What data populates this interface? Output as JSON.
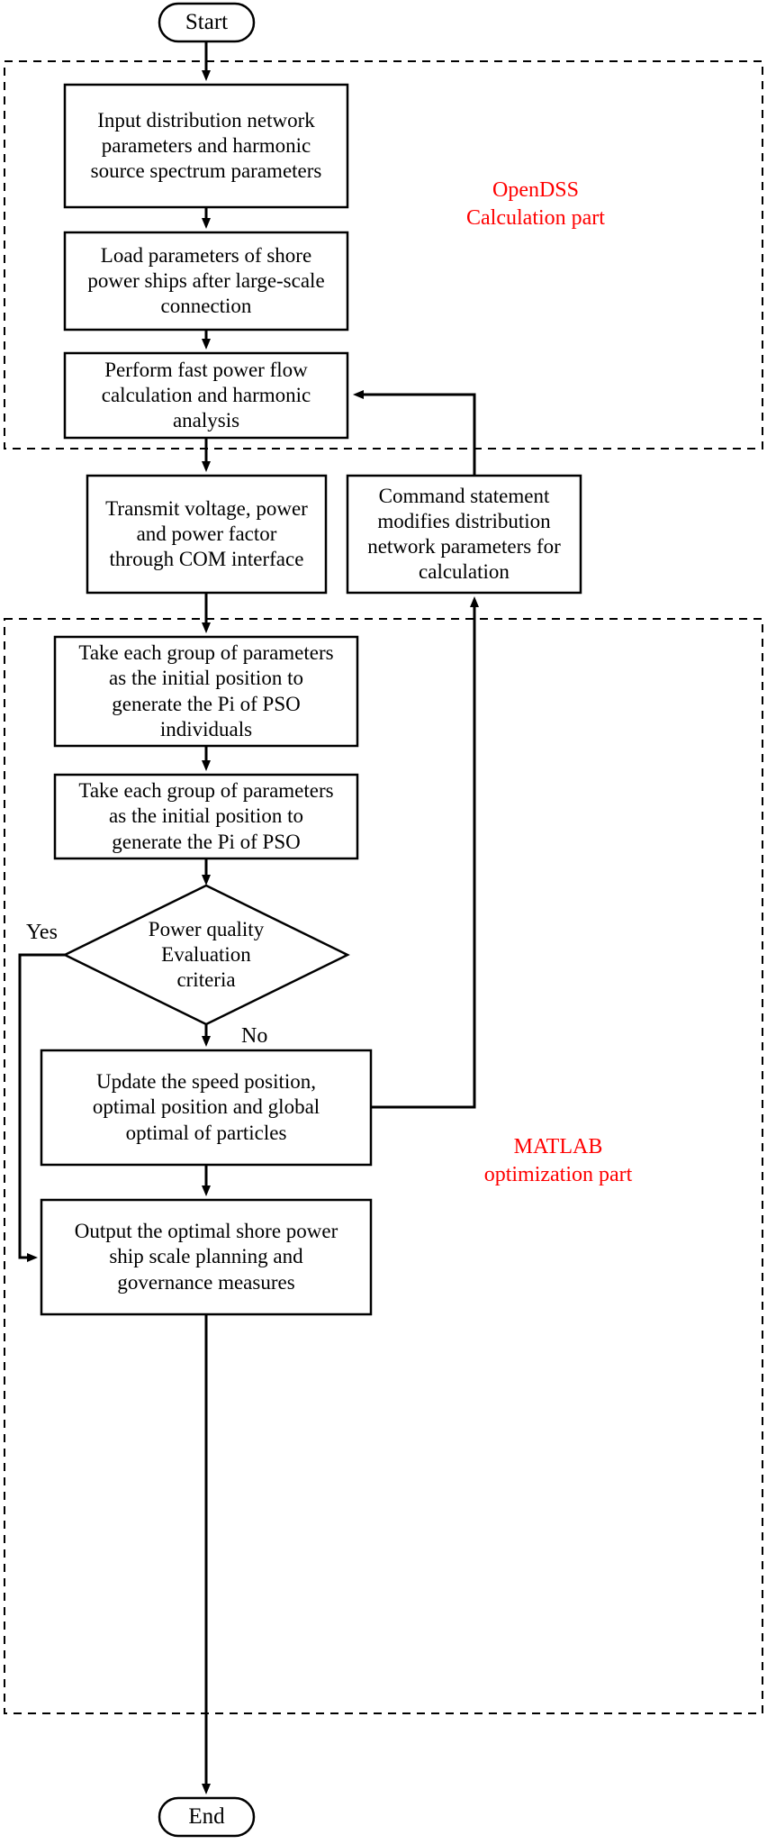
{
  "diagram": {
    "title": "OpenDSS-MATLAB shore power optimization flowchart",
    "accent_color": "#ff0000",
    "line_color": "#000000",
    "background": "#ffffff"
  },
  "groups": [
    {
      "id": "opendss",
      "label": "OpenDSS\nCalculation part",
      "color": "#ff0000"
    },
    {
      "id": "matlab",
      "label": "MATLAB\noptimization part",
      "color": "#ff0000"
    }
  ],
  "nodes": {
    "start": {
      "type": "terminal",
      "label": "Start"
    },
    "input_params": {
      "type": "process",
      "label": "Input distribution network\nparameters and harmonic\nsource spectrum parameters"
    },
    "load_params": {
      "type": "process",
      "label": "Load parameters of shore\npower ships after large-scale\nconnection"
    },
    "power_flow": {
      "type": "process",
      "label": "Perform fast power flow\ncalculation and harmonic\nanalysis"
    },
    "transmit": {
      "type": "process",
      "label": "Transmit voltage, power\nand power factor\nthrough COM interface"
    },
    "command": {
      "type": "process",
      "label": "Command statement\nmodifies distribution\nnetwork parameters for\ncalculation"
    },
    "pso_individuals": {
      "type": "process",
      "label": "Take each group of parameters\nas the initial position to\ngenerate the Pi of PSO\nindividuals"
    },
    "pso_second": {
      "type": "process",
      "label": "Take each group of parameters\nas the initial position to\ngenerate the Pi of PSO"
    },
    "decision": {
      "type": "decision",
      "label": "Power quality\nEvaluation\ncriteria"
    },
    "update": {
      "type": "process",
      "label": "Update the speed position,\noptimal position and global\noptimal of particles"
    },
    "output": {
      "type": "process",
      "label": "Output the optimal shore power\nship scale planning and\ngovernance measures"
    },
    "end": {
      "type": "terminal",
      "label": "End"
    }
  },
  "edge_labels": {
    "yes": "Yes",
    "no": "No"
  }
}
